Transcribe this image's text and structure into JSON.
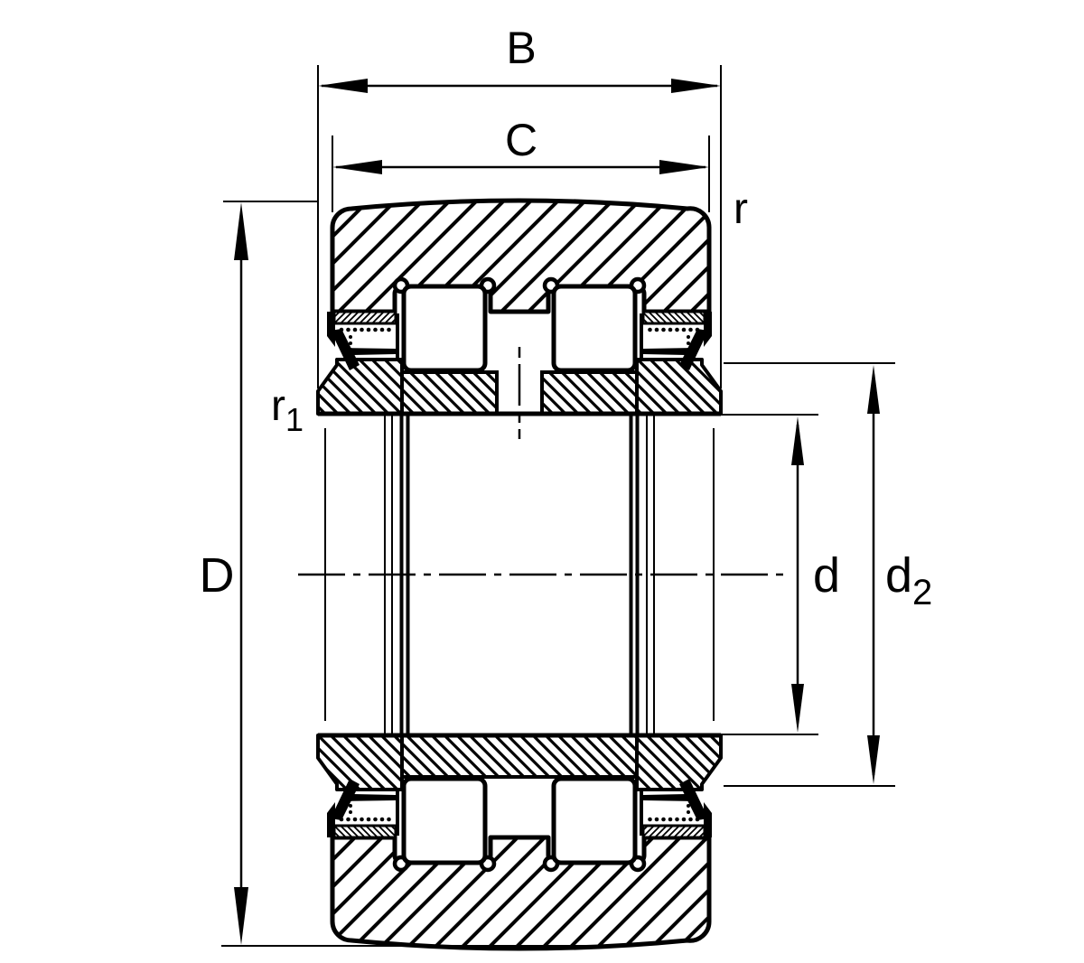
{
  "labels": {
    "B": "B",
    "C": "C",
    "r": "r",
    "r1": {
      "base": "r",
      "sub": "1"
    },
    "D": "D",
    "d": "d",
    "d2": {
      "base": "d",
      "sub": "2"
    }
  },
  "colors": {
    "line": "#000000",
    "background": "#ffffff"
  }
}
